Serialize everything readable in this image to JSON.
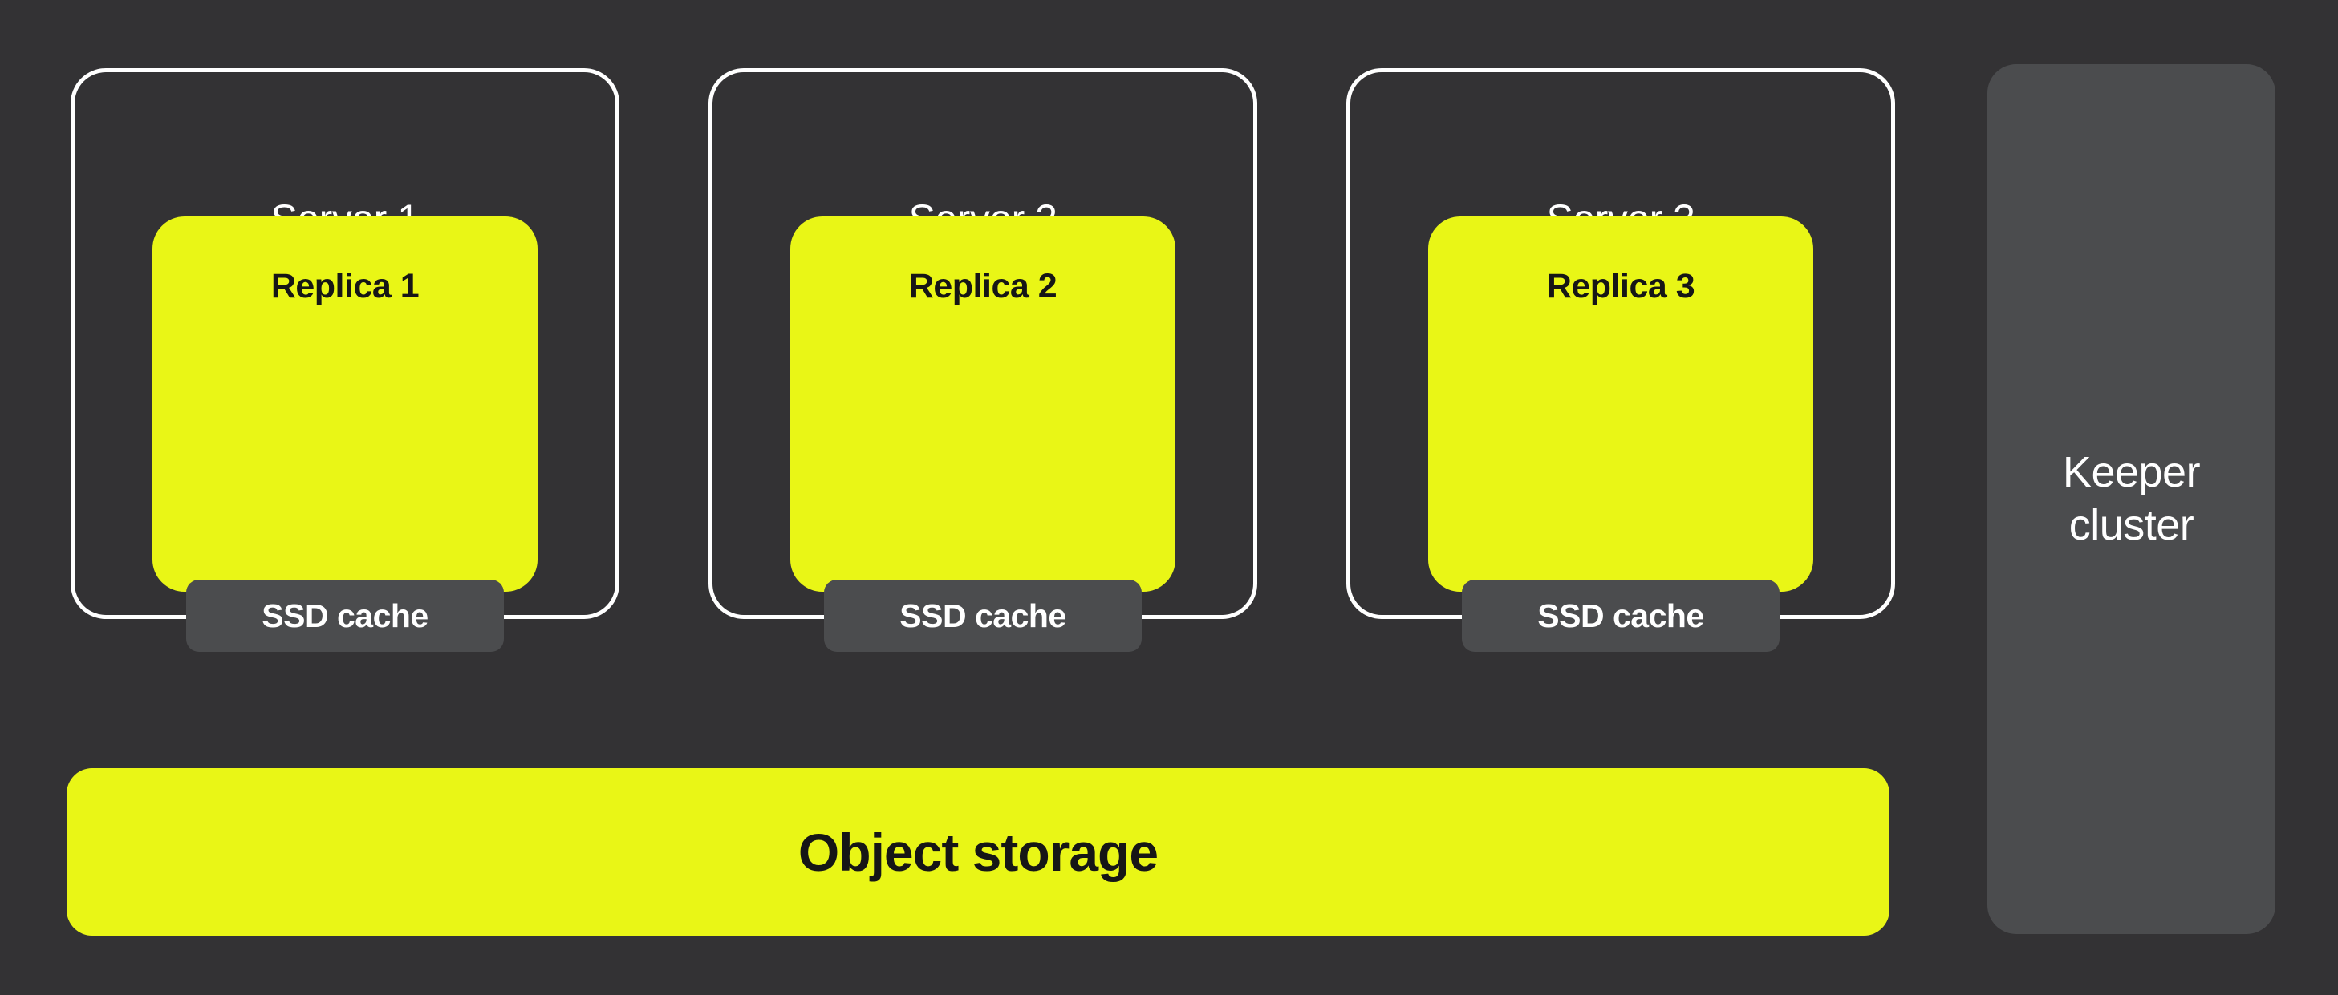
{
  "colors": {
    "background": "#333234",
    "accent_yellow": "#E9F616",
    "card_gray": "#4B4C4E",
    "border_white": "#FFFFFF",
    "label_black": "#161616"
  },
  "servers": [
    {
      "name": "Server 1",
      "replica": "Replica 1",
      "cache": "SSD cache"
    },
    {
      "name": "Server 2",
      "replica": "Replica 2",
      "cache": "SSD cache"
    },
    {
      "name": "Server 3",
      "replica": "Replica 3",
      "cache": "SSD cache"
    }
  ],
  "object_storage": {
    "label": "Object storage"
  },
  "keeper": {
    "label": "Keeper cluster"
  }
}
